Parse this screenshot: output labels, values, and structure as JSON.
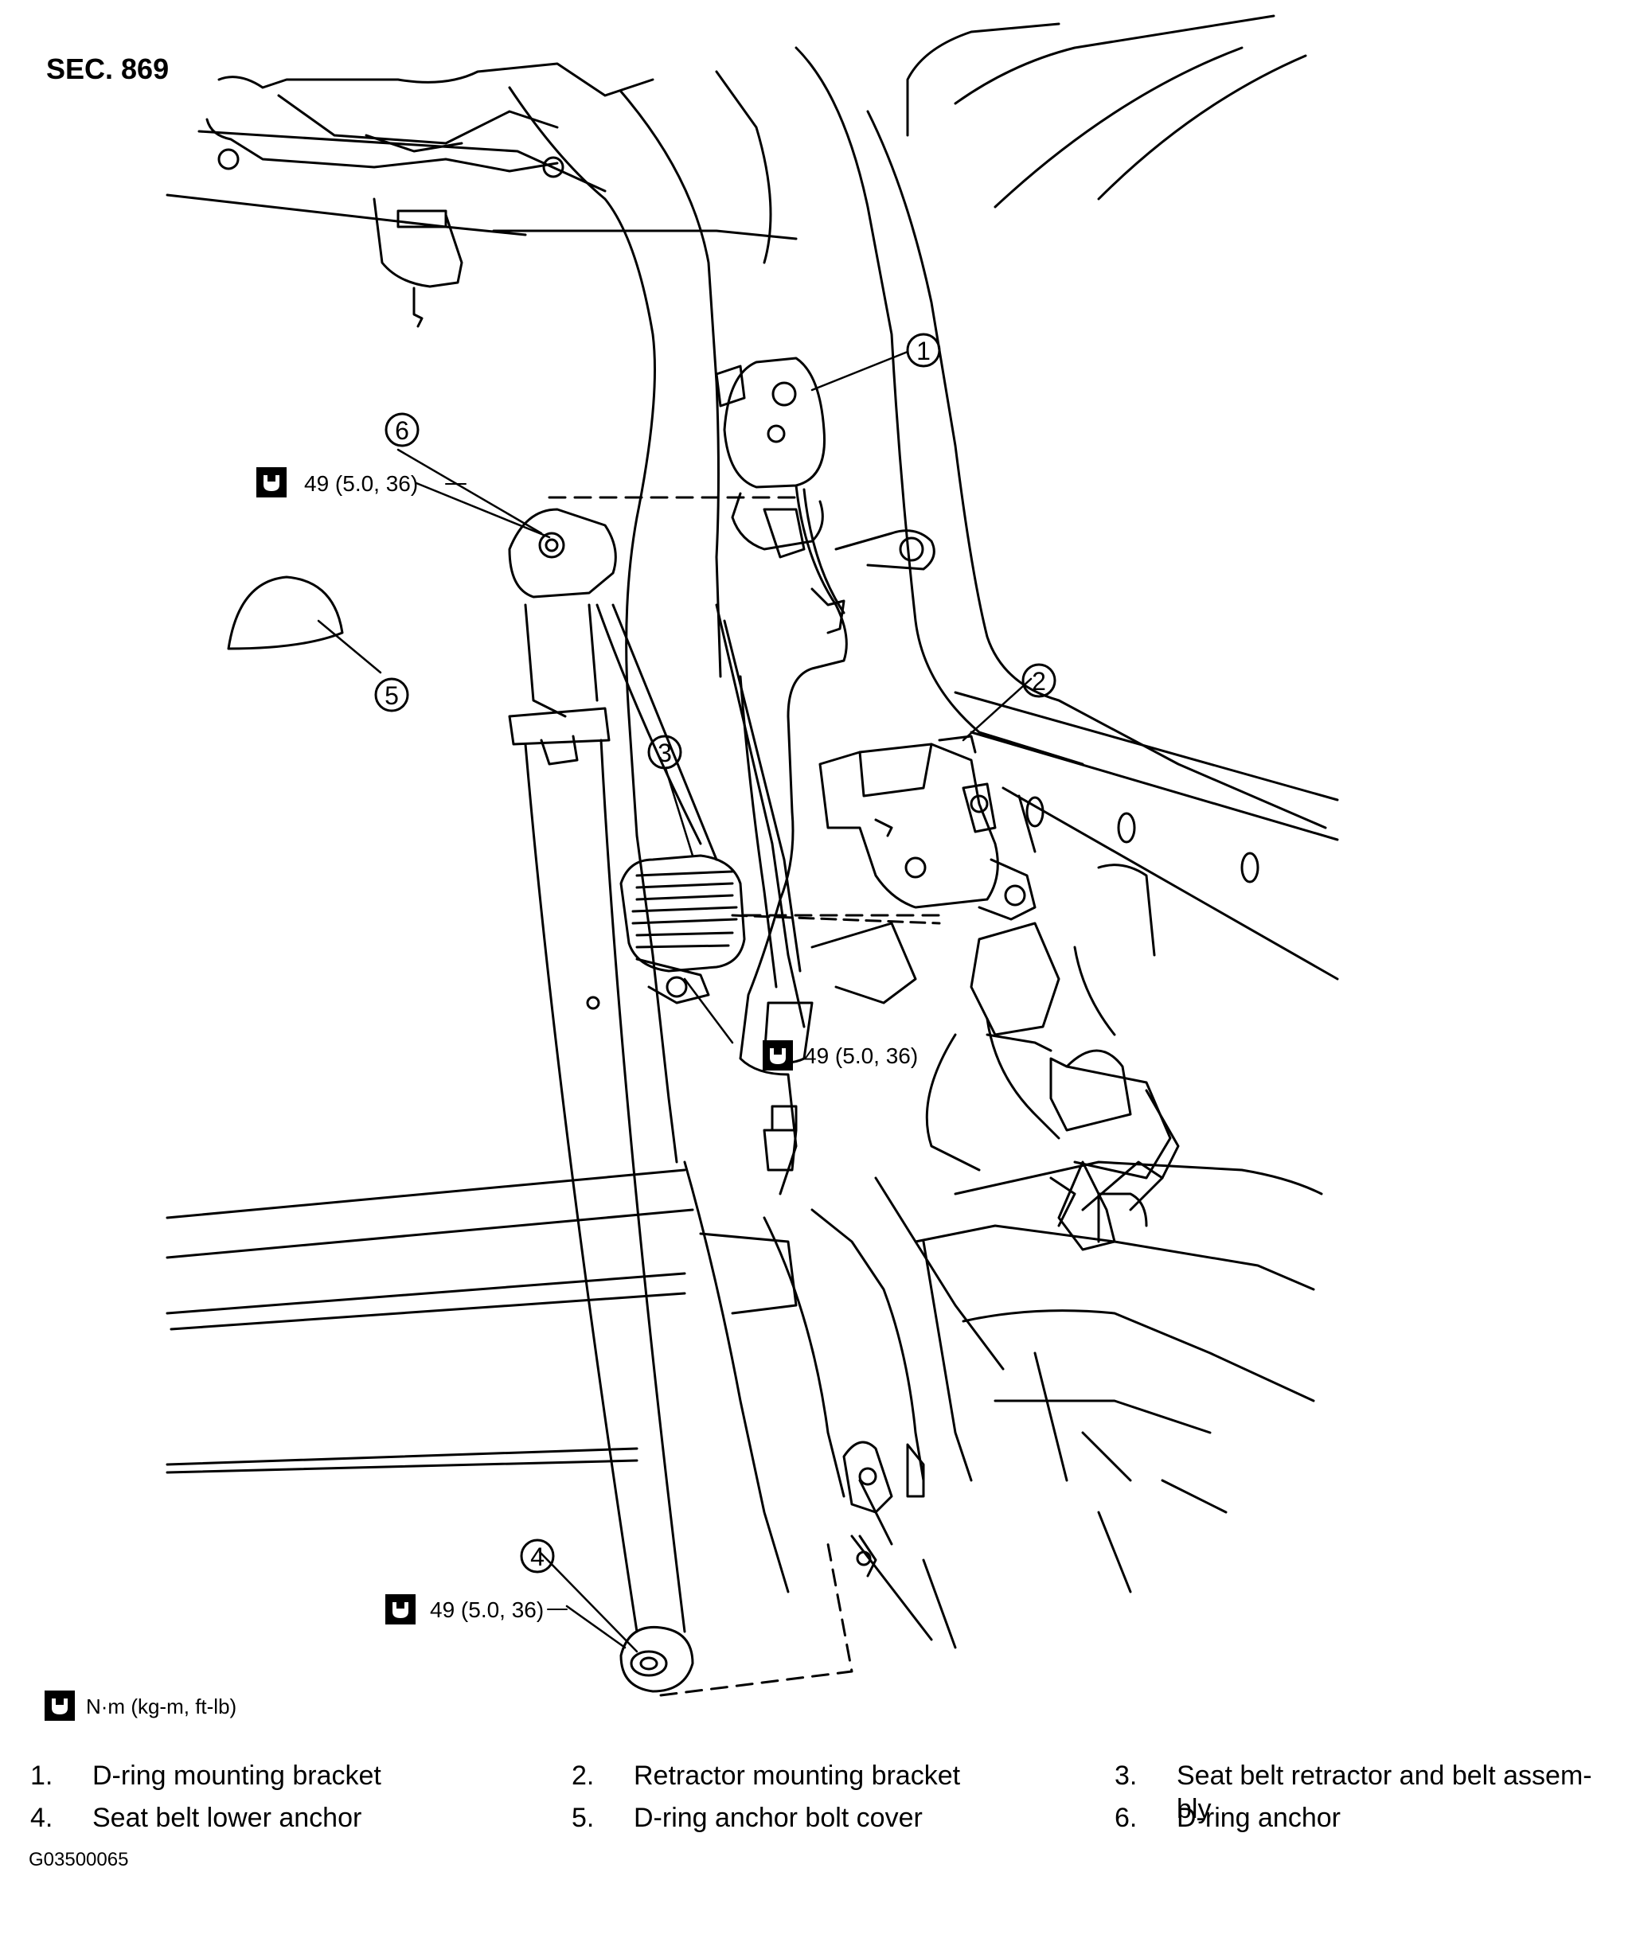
{
  "section_label": "SEC. 869",
  "torque_spec": "49 (5.0, 36)",
  "torque_units": "N·m (kg-m, ft-lb)",
  "callout_numbers": [
    "1",
    "2",
    "3",
    "4",
    "5",
    "6"
  ],
  "legend": [
    {
      "num": "1.",
      "text": "D-ring mounting bracket"
    },
    {
      "num": "2.",
      "text": "Retractor mounting bracket"
    },
    {
      "num": "3.",
      "text": "Seat belt retractor and belt assem-"
    },
    {
      "num": "4.",
      "text": "Seat belt lower anchor"
    },
    {
      "num": "5.",
      "text": "D-ring anchor bolt cover"
    },
    {
      "num": "6.",
      "text": "D-ring anchor"
    }
  ],
  "legend_item3_cont": "bly",
  "figure_code": "G03500065"
}
